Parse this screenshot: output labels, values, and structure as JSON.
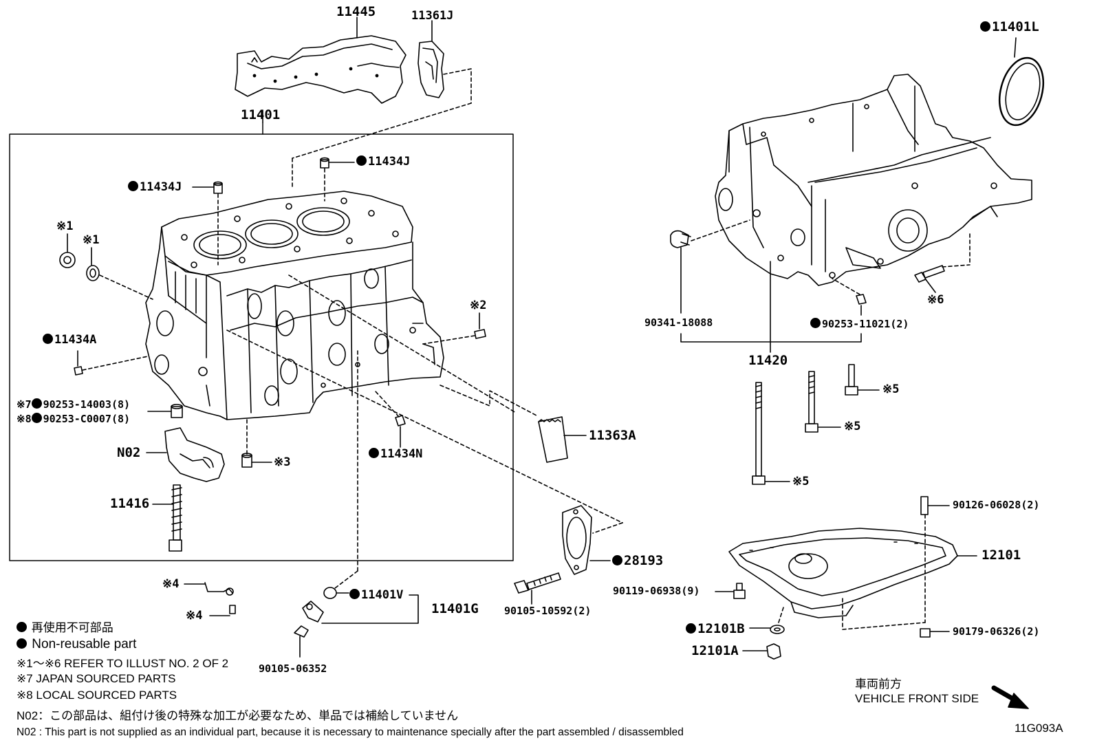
{
  "parts": {
    "p11445": "11445",
    "p11361J": "11361J",
    "p11401": "11401",
    "p11401L": "11401L",
    "p11434J_a": "11434J",
    "p11434J_b": "11434J",
    "ref1_a": "※1",
    "ref1_b": "※1",
    "ref2": "※2",
    "p11434A": "11434A",
    "p90253_14003": "90253-14003(8)",
    "p90253_C0007": "90253-C0007(8)",
    "ref7": "※7",
    "ref8": "※8",
    "pN02": "N02",
    "ref3": "※3",
    "p11434N": "11434N",
    "p11363A": "11363A",
    "p11416": "11416",
    "p28193": "28193",
    "p11401V": "11401V",
    "p11401G": "11401G",
    "ref4_a": "※4",
    "ref4_b": "※4",
    "p90105_06352": "90105-06352",
    "p90105_10592": "90105-10592(2)",
    "p90341_18088": "90341-18088",
    "p90253_11021": "90253-11021(2)",
    "ref6": "※6",
    "p11420": "11420",
    "ref5_a": "※5",
    "ref5_b": "※5",
    "ref5_c": "※5",
    "p90126_06028": "90126-06028(2)",
    "p12101": "12101",
    "p90119_06938": "90119-06938(9)",
    "p12101B": "12101B",
    "p12101A": "12101A",
    "p90179_06326": "90179-06326(2)"
  },
  "legend": {
    "nonreusable_jp": "再使用不可部品",
    "nonreusable_en": "Non-reusable part",
    "refer": "※1～※6  REFER TO ILLUST NO. 2 OF 2",
    "japan": "※7 JAPAN SOURCED PARTS",
    "local": "※8 LOCAL SOURCED PARTS",
    "n02_jp": "N02：この部品は、組付け後の特殊な加工が必要なため、単品では補給していません",
    "n02_en": "N02 : This part is not supplied as an individual part, because it is necessary to maintenance specially after the part assembled / disassembled"
  },
  "front": {
    "jp": "車両前方",
    "en": "VEHICLE FRONT SIDE"
  },
  "illust_no": "11G093A"
}
